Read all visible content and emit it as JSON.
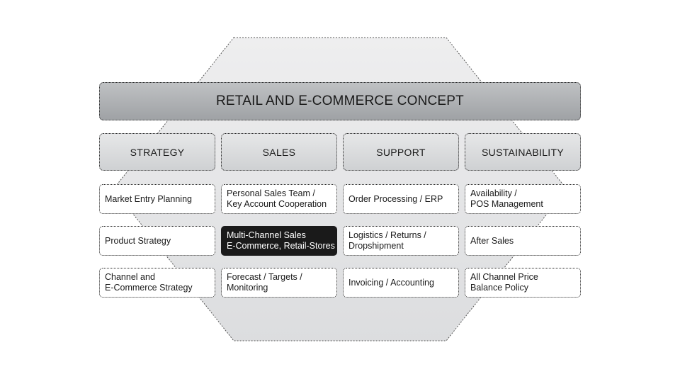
{
  "title": "RETAIL AND E-COMMERCE CONCEPT",
  "columns": [
    {
      "heading": "STRATEGY",
      "cells": [
        {
          "lines": [
            "Market Entry Planning"
          ],
          "highlight": false
        },
        {
          "lines": [
            "Product Strategy"
          ],
          "highlight": false
        },
        {
          "lines": [
            "Channel and",
            "E-Commerce Strategy"
          ],
          "highlight": false
        }
      ]
    },
    {
      "heading": "SALES",
      "cells": [
        {
          "lines": [
            "Personal Sales Team /",
            "Key Account Cooperation"
          ],
          "highlight": false
        },
        {
          "lines": [
            "Multi-Channel Sales",
            "E-Commerce, Retail-Stores"
          ],
          "highlight": true
        },
        {
          "lines": [
            "Forecast / Targets /",
            "Monitoring"
          ],
          "highlight": false
        }
      ]
    },
    {
      "heading": "SUPPORT",
      "cells": [
        {
          "lines": [
            "Order Processing / ERP"
          ],
          "highlight": false
        },
        {
          "lines": [
            "Logistics / Returns /",
            "Dropshipment"
          ],
          "highlight": false
        },
        {
          "lines": [
            "Invoicing / Accounting"
          ],
          "highlight": false
        }
      ]
    },
    {
      "heading": "SUSTAINABILITY",
      "cells": [
        {
          "lines": [
            "Availability /",
            "POS Management"
          ],
          "highlight": false
        },
        {
          "lines": [
            "After Sales"
          ],
          "highlight": false
        },
        {
          "lines": [
            "All Channel Price",
            "Balance Policy"
          ],
          "highlight": false
        }
      ]
    }
  ],
  "colors": {
    "hexagon_fill": "#e4e5e6",
    "title_fill": "#a9acaf",
    "highlight_fill": "#1a1a1a"
  }
}
